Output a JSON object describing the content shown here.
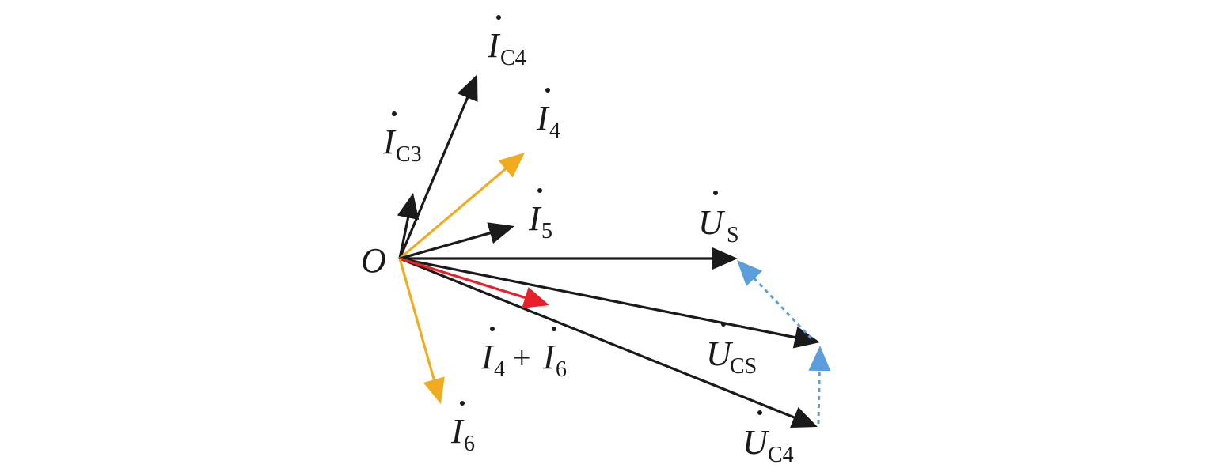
{
  "colors": {
    "black": "#1a1a1a",
    "orange": "#f0ac1e",
    "red": "#e8202a",
    "blue": "#5a9fdb"
  },
  "origin": {
    "label": "O"
  },
  "labels": {
    "ic4": {
      "main": "I",
      "sub": "C4"
    },
    "ic3": {
      "main": "I",
      "sub": "C3"
    },
    "i4": {
      "main": "I",
      "sub": "4"
    },
    "i5": {
      "main": "I",
      "sub": "5"
    },
    "us": {
      "main": "U",
      "sub": "S"
    },
    "ucs": {
      "main": "U",
      "sub": "CS"
    },
    "uc4": {
      "main": "U",
      "sub": "C4"
    },
    "i6": {
      "main": "I",
      "sub": "6"
    },
    "sum": {
      "a_main": "I",
      "a_sub": "4",
      "op": "+",
      "b_main": "I",
      "b_sub": "6"
    }
  }
}
